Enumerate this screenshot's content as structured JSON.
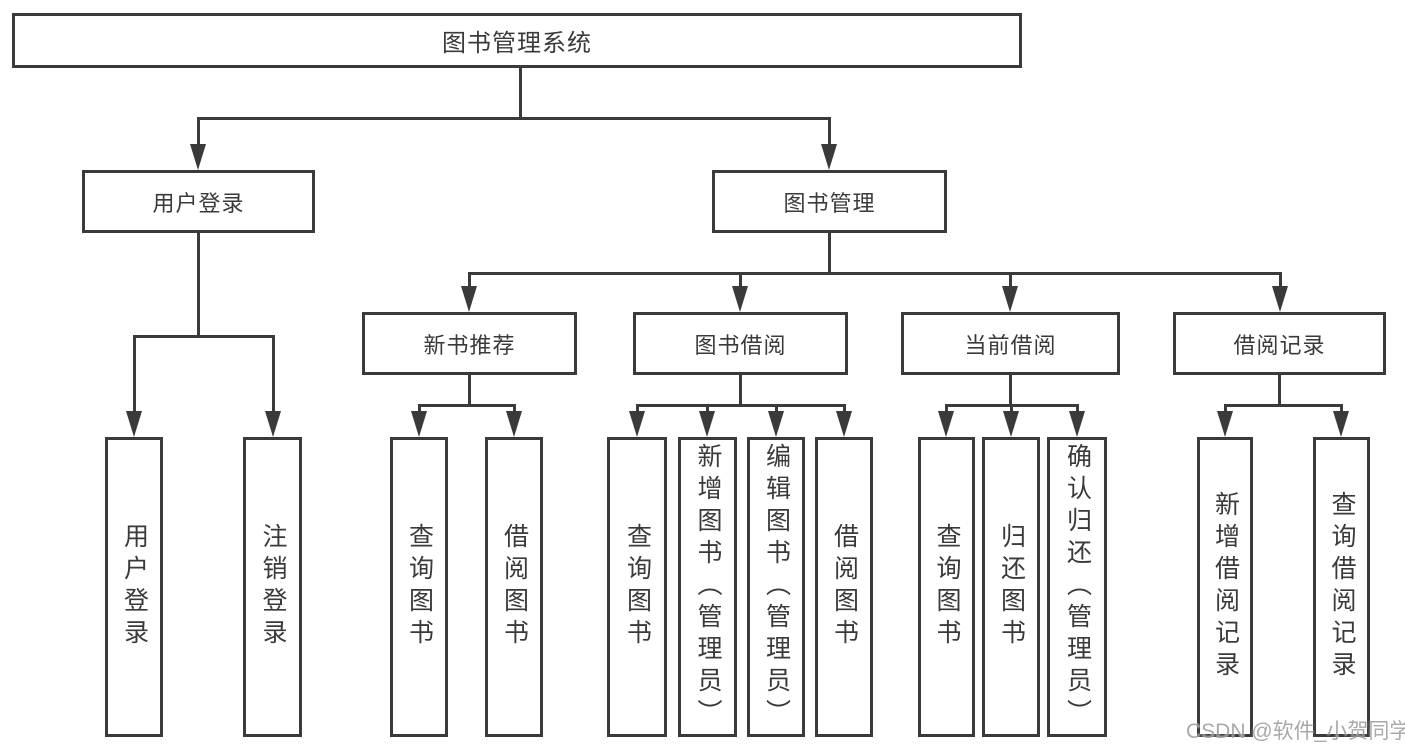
{
  "nodes": {
    "root": {
      "label": "图书管理系统"
    },
    "user_login": {
      "label": "用户登录",
      "children": [
        {
          "label": "用户登录"
        },
        {
          "label": "注销登录"
        }
      ]
    },
    "book_mgmt": {
      "label": "图书管理",
      "sections": [
        {
          "label": "新书推荐",
          "children": [
            {
              "label": "查询图书"
            },
            {
              "label": "借阅图书"
            }
          ]
        },
        {
          "label": "图书借阅",
          "children": [
            {
              "label": "查询图书"
            },
            {
              "label": "新增图书（管理员）"
            },
            {
              "label": "编辑图书（管理员）"
            },
            {
              "label": "借阅图书"
            }
          ]
        },
        {
          "label": "当前借阅",
          "children": [
            {
              "label": "查询图书"
            },
            {
              "label": "归还图书"
            },
            {
              "label": "确认归还（管理员）"
            }
          ]
        },
        {
          "label": "借阅记录",
          "children": [
            {
              "label": "新增借阅记录"
            },
            {
              "label": "查询借阅记录"
            }
          ]
        }
      ]
    }
  },
  "watermark": "CSDN @软件_小贺同学",
  "colors": {
    "line": "#3a3a3a",
    "box_background": "#ffffff",
    "text": "#3a3a3a",
    "watermark": "#8c8c8c"
  }
}
